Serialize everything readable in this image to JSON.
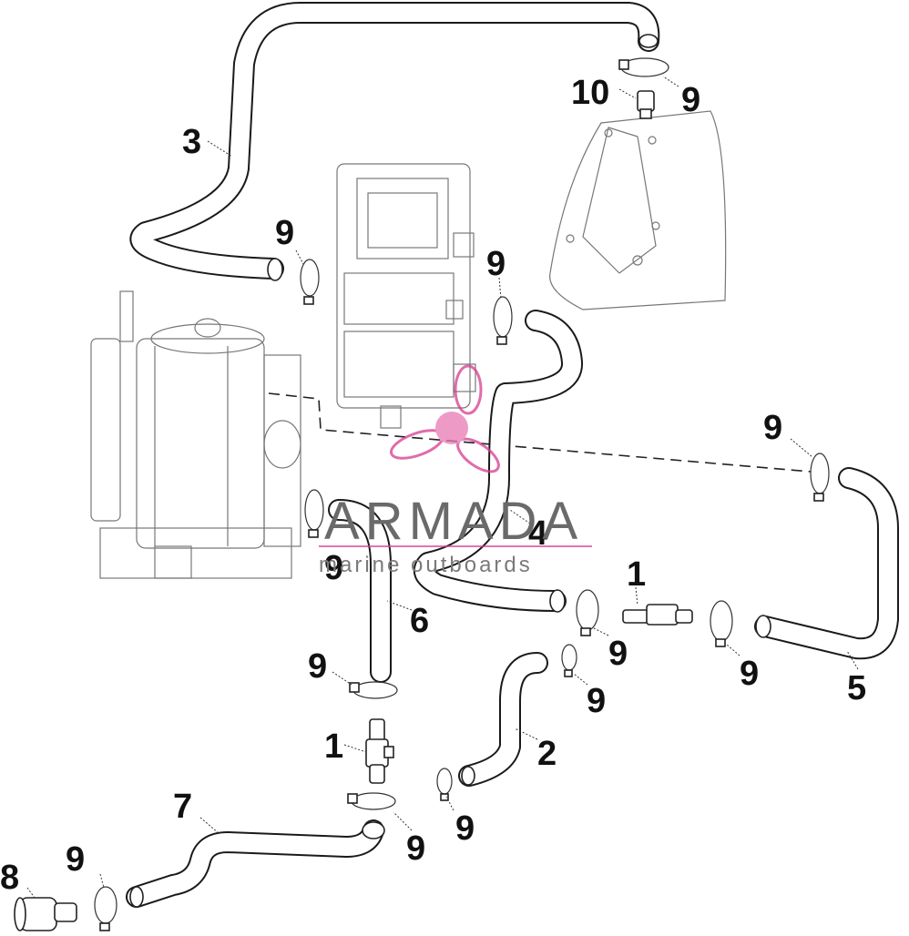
{
  "diagram": {
    "labels": {
      "hose_1": "1",
      "hose_1b": "1",
      "hose_2": "2",
      "hose_3": "3",
      "hose_4": "4",
      "hose_5": "5",
      "hose_6": "6",
      "hose_7": "7",
      "part_8": "8",
      "part_10": "10",
      "clamp": "9"
    }
  },
  "watermark": {
    "brand": "ARMADA",
    "tagline": "marine outboards",
    "logo_color": "#d63b8f"
  }
}
